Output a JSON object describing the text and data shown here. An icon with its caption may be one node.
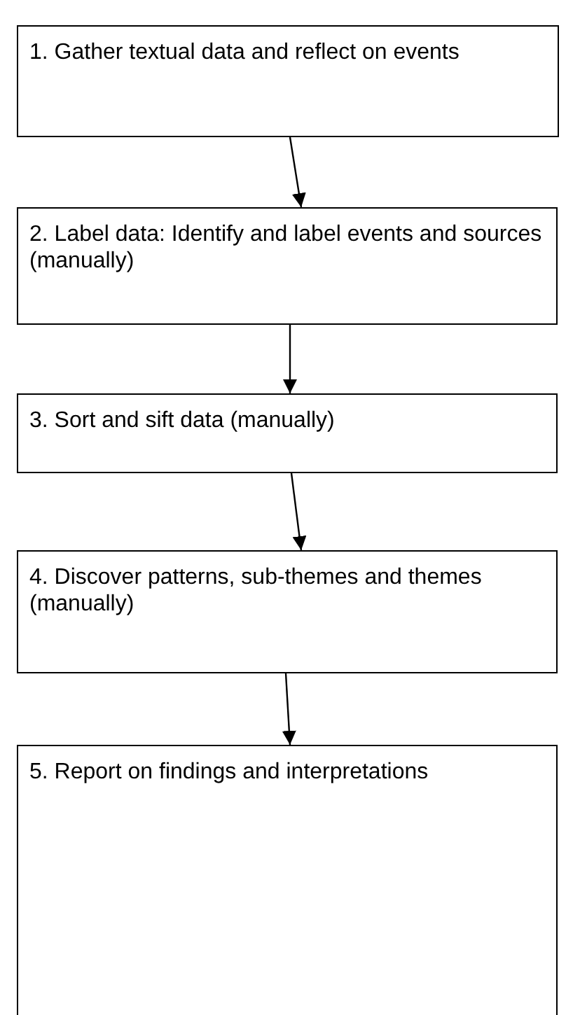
{
  "diagram": {
    "nodes": [
      {
        "text": [
          "1. Gather textual data and reflect on events"
        ]
      },
      {
        "text": [
          "2. Label data: Identify and label events and sources (manually)"
        ]
      },
      {
        "text": [
          "3. Sort and sift data (manually)"
        ]
      },
      {
        "text": [
          "4. Discover patterns, sub-themes and themes (manually)"
        ]
      },
      {
        "text": [
          "5. Report on findings and interpretations"
        ]
      }
    ],
    "edges": [
      {
        "from": 0,
        "to": 1,
        "arrow": "to"
      },
      {
        "from": 1,
        "to": 2,
        "arrow": "to"
      },
      {
        "from": 2,
        "to": 3,
        "arrow": "to"
      },
      {
        "from": 3,
        "to": 4,
        "arrow": "to"
      }
    ]
  }
}
